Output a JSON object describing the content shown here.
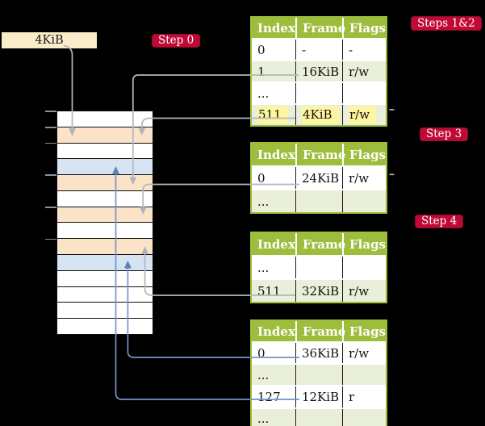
{
  "frame_size_box": {
    "label": "4KiB"
  },
  "badges": {
    "step0": "Step 0",
    "steps12": "Steps 1&2",
    "step3": "Step 3",
    "step4": "Step 4"
  },
  "tables": [
    {
      "name": "page-table-steps-1-2",
      "headers": [
        "Index",
        "Frame",
        "Flags"
      ],
      "rows": [
        {
          "cells": [
            "0",
            "-",
            "-"
          ],
          "shaded": false,
          "highlighted": false
        },
        {
          "cells": [
            "1",
            "16KiB",
            "r/w"
          ],
          "shaded": true,
          "highlighted": false
        },
        {
          "cells": [
            "...",
            "",
            ""
          ],
          "shaded": false,
          "highlighted": false
        },
        {
          "cells": [
            "511",
            "4KiB",
            "r/w"
          ],
          "shaded": true,
          "highlighted": true
        }
      ]
    },
    {
      "name": "page-table-step-3",
      "headers": [
        "Index",
        "Frame",
        "Flags"
      ],
      "rows": [
        {
          "cells": [
            "0",
            "24KiB",
            "r/w"
          ],
          "shaded": false,
          "highlighted": false
        },
        {
          "cells": [
            "...",
            "",
            ""
          ],
          "shaded": true,
          "highlighted": false
        }
      ]
    },
    {
      "name": "page-table-step-4",
      "headers": [
        "Index",
        "Frame",
        "Flags"
      ],
      "rows": [
        {
          "cells": [
            "...",
            "",
            ""
          ],
          "shaded": false,
          "highlighted": false
        },
        {
          "cells": [
            "511",
            "32KiB",
            "r/w"
          ],
          "shaded": true,
          "highlighted": false
        }
      ]
    },
    {
      "name": "page-table-leaf",
      "headers": [
        "Index",
        "Frame",
        "Flags"
      ],
      "rows": [
        {
          "cells": [
            "0",
            "36KiB",
            "r/w"
          ],
          "shaded": false,
          "highlighted": false
        },
        {
          "cells": [
            "...",
            "",
            ""
          ],
          "shaded": true,
          "highlighted": false
        },
        {
          "cells": [
            "127",
            "12KiB",
            "r"
          ],
          "shaded": false,
          "highlighted": false
        },
        {
          "cells": [
            "...",
            "",
            ""
          ],
          "shaded": true,
          "highlighted": false
        }
      ]
    }
  ],
  "memory": {
    "rows": [
      "white",
      "peach",
      "white",
      "blue",
      "peach",
      "white",
      "peach",
      "white",
      "peach",
      "blue",
      "white",
      "white",
      "white",
      "white"
    ]
  },
  "colors": {
    "badge": "#C00A35",
    "table_header": "#9CBE3C",
    "row_shaded": "#EAEFD9",
    "highlight": "#FDF6A1",
    "frame_peach": "#FBE3C7",
    "frame_blue": "#D6E3F2",
    "connector_gray": "#B2B7BD",
    "connector_blue": "#7693C8",
    "box_cream": "#FAECC8"
  }
}
